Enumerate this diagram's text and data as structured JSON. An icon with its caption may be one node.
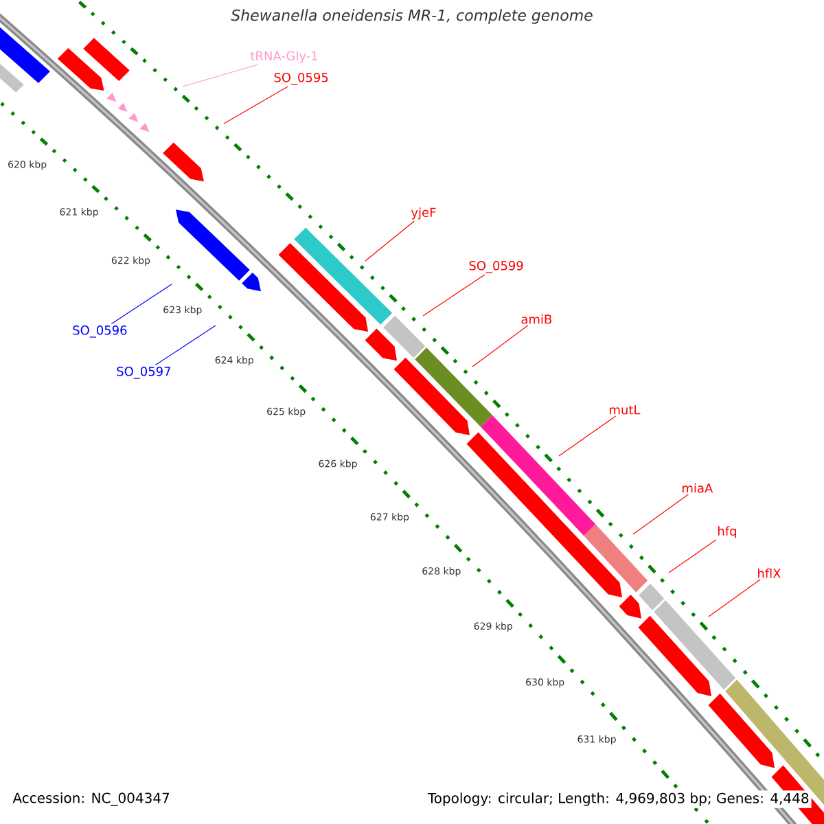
{
  "diagram": {
    "title": "Shewanella oneidensis MR-1, complete genome",
    "nodes": [
      {
        "text": [
          "tRNA-Gly-1"
        ]
      },
      {
        "text": [
          "SO_0595"
        ]
      },
      {
        "text": [
          "yjeF"
        ]
      },
      {
        "text": [
          "SO_0599"
        ]
      },
      {
        "text": [
          "amiB"
        ]
      },
      {
        "text": [
          "mutL"
        ]
      },
      {
        "text": [
          "miaA"
        ]
      },
      {
        "text": [
          "hfq"
        ]
      },
      {
        "text": [
          "hflX"
        ]
      },
      {
        "text": [
          "SO_0596"
        ]
      },
      {
        "text": [
          "SO_0597"
        ]
      }
    ],
    "edges": [
      {
        "from": 0,
        "to": null,
        "arrow": "none",
        "color": "#ff99cc"
      },
      {
        "from": 1,
        "to": null,
        "arrow": "none"
      },
      {
        "from": 2,
        "to": null,
        "arrow": "none"
      },
      {
        "from": 3,
        "to": null,
        "arrow": "none"
      },
      {
        "from": 4,
        "to": null,
        "arrow": "none"
      },
      {
        "from": 5,
        "to": null,
        "arrow": "none"
      },
      {
        "from": 6,
        "to": null,
        "arrow": "none"
      },
      {
        "from": 7,
        "to": null,
        "arrow": "none"
      },
      {
        "from": 8,
        "to": null,
        "arrow": "none"
      },
      {
        "from": 9,
        "to": null,
        "arrow": "none",
        "color": "#0000ff"
      },
      {
        "from": 10,
        "to": null,
        "arrow": "none",
        "color": "#0000ff"
      }
    ],
    "labels": [
      "620 kbp",
      "621 kbp",
      "622 kbp",
      "623 kbp",
      "624 kbp",
      "625 kbp",
      "626 kbp",
      "627 kbp",
      "628 kbp",
      "629 kbp",
      "630 kbp",
      "631 kbp",
      "Accession: NC_004347",
      "Topology: circular; Length: 4,969,803 bp; Genes: 4,448"
    ]
  }
}
